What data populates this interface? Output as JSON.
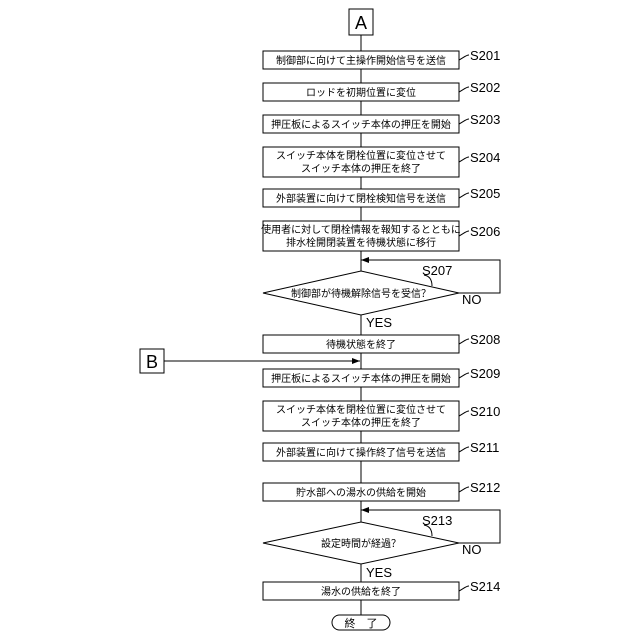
{
  "connectors": {
    "start": "A",
    "entry": "B"
  },
  "steps": [
    {
      "id": "S201",
      "text": [
        "制御部に向けて主操作開始信号を送信"
      ]
    },
    {
      "id": "S202",
      "text": [
        "ロッドを初期位置に変位"
      ]
    },
    {
      "id": "S203",
      "text": [
        "押圧板によるスイッチ本体の押圧を開始"
      ]
    },
    {
      "id": "S204",
      "text": [
        "スイッチ本体を閉栓位置に変位させて",
        "スイッチ本体の押圧を終了"
      ]
    },
    {
      "id": "S205",
      "text": [
        "外部装置に向けて閉栓検知信号を送信"
      ]
    },
    {
      "id": "S206",
      "text": [
        "使用者に対して閉栓情報を報知するとともに",
        "排水栓開閉装置を待機状態に移行"
      ]
    },
    {
      "id": "S208",
      "text": [
        "待機状態を終了"
      ]
    },
    {
      "id": "S209",
      "text": [
        "押圧板によるスイッチ本体の押圧を開始"
      ]
    },
    {
      "id": "S210",
      "text": [
        "スイッチ本体を閉栓位置に変位させて",
        "スイッチ本体の押圧を終了"
      ]
    },
    {
      "id": "S211",
      "text": [
        "外部装置に向けて操作終了信号を送信"
      ]
    },
    {
      "id": "S212",
      "text": [
        "貯水部への湯水の供給を開始"
      ]
    },
    {
      "id": "S214",
      "text": [
        "湯水の供給を終了"
      ]
    }
  ],
  "decisions": [
    {
      "id": "S207",
      "text": "制御部が待機解除信号を受信？",
      "yes": "YES",
      "no": "NO"
    },
    {
      "id": "S213",
      "text": "設定時間が経過？",
      "yes": "YES",
      "no": "NO"
    }
  ],
  "terminal": "終　了"
}
